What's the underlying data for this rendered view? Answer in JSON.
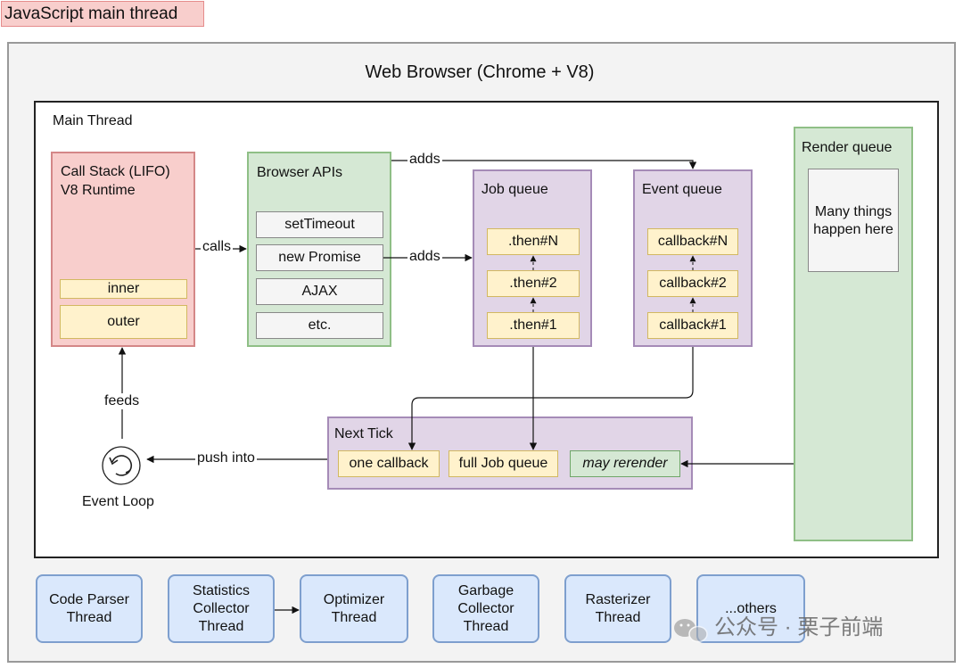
{
  "header": {
    "tag": "JavaScript main thread"
  },
  "browser": {
    "title": "Web Browser (Chrome + V8)"
  },
  "main_thread": {
    "title": "Main Thread"
  },
  "call_stack": {
    "title_line1": "Call Stack (LIFO)",
    "title_line2": "V8 Runtime",
    "items": [
      "inner",
      "outer"
    ]
  },
  "browser_apis": {
    "title": "Browser APIs",
    "items": [
      "setTimeout",
      "new Promise",
      "AJAX",
      "etc."
    ]
  },
  "job_queue": {
    "title": "Job queue",
    "items": [
      ".then#N",
      ".then#2",
      ".then#1"
    ]
  },
  "event_queue": {
    "title": "Event queue",
    "items": [
      "callback#N",
      "callback#2",
      "callback#1"
    ]
  },
  "render_queue": {
    "title": "Render queue",
    "note_line1": "Many things",
    "note_line2": "happen here"
  },
  "next_tick": {
    "title": "Next Tick",
    "items": [
      "one callback",
      "full Job queue",
      "may rerender"
    ]
  },
  "event_loop": {
    "label": "Event Loop"
  },
  "connectors": {
    "calls": "calls",
    "adds_top": "adds",
    "adds_mid": "adds",
    "feeds": "feeds",
    "push_into": "push into"
  },
  "threads": [
    {
      "line1": "Code Parser",
      "line2": "Thread",
      "line3": ""
    },
    {
      "line1": "Statistics",
      "line2": "Collector",
      "line3": "Thread"
    },
    {
      "line1": "Optimizer",
      "line2": "Thread",
      "line3": ""
    },
    {
      "line1": "Garbage",
      "line2": "Collector",
      "line3": "Thread"
    },
    {
      "line1": "Rasterizer",
      "line2": "Thread",
      "line3": ""
    },
    {
      "line1": "...others",
      "line2": "",
      "line3": ""
    }
  ],
  "watermark": {
    "text": "公众号 · 栗子前端"
  }
}
